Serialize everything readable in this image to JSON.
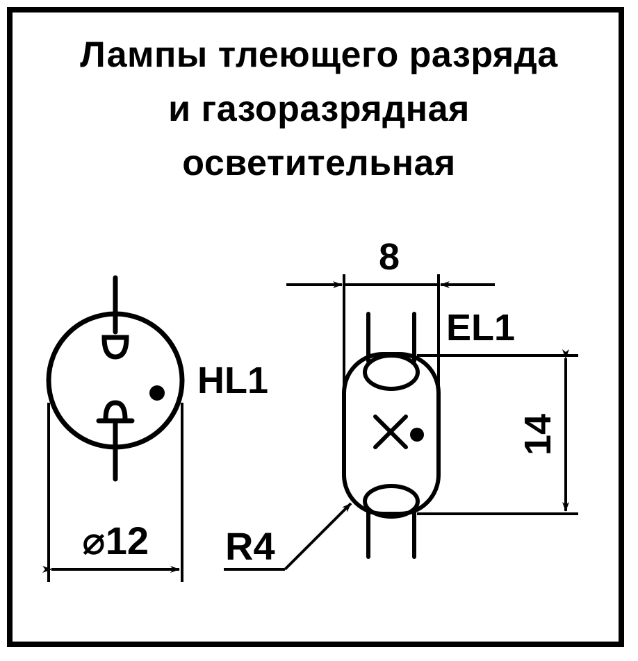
{
  "title": {
    "line1": "Лампы тлеющего разряда",
    "line2": "и газоразрядная",
    "line3": "осветительная"
  },
  "glow_lamp": {
    "ref_label": "HL1",
    "diameter_label": "⌀12"
  },
  "discharge_lamp": {
    "ref_label": "EL1",
    "width_label": "8",
    "height_label": "14",
    "radius_label": "R4"
  },
  "colors": {
    "ink": "#000000",
    "paper": "#ffffff"
  }
}
